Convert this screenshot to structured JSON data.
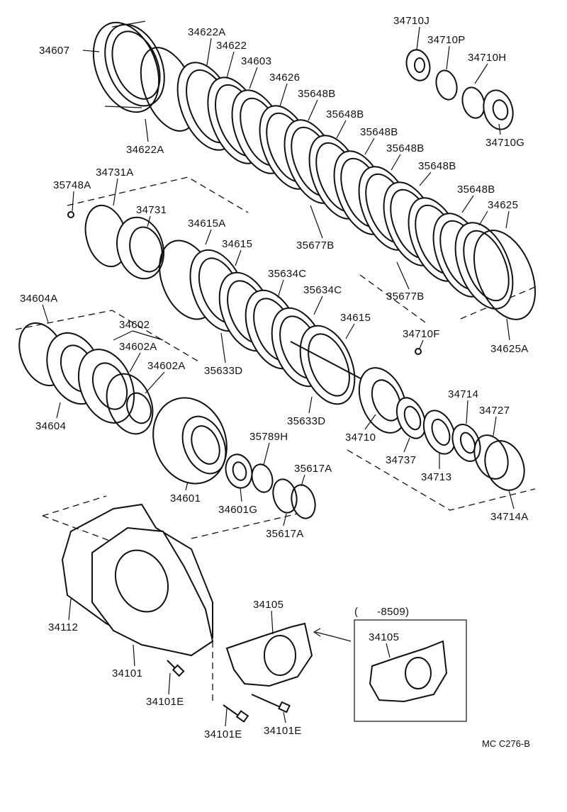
{
  "diagram": {
    "labels": {
      "p34607": "34607",
      "p34622a_top": "34622A",
      "p34622": "34622",
      "p34603": "34603",
      "p34626": "34626",
      "p35648b_1": "35648B",
      "p35648b_2": "35648B",
      "p35648b_3": "35648B",
      "p35648b_4": "35648B",
      "p35648b_5": "35648B",
      "p35648b_6": "35648B",
      "p34622a_bottom": "34622A",
      "p34710j": "34710J",
      "p34710p": "34710P",
      "p34710h": "34710H",
      "p34710g": "34710G",
      "p34731a": "34731A",
      "p35748a": "35748A",
      "p34731": "34731",
      "p34615a": "34615A",
      "p34615_top": "34615",
      "p35677b_left": "35677B",
      "p34625": "34625",
      "p35677b_right": "35677B",
      "p34604a": "34604A",
      "p34602": "34602",
      "p34602a_1": "34602A",
      "p34602a_2": "34602A",
      "p35634c_1": "35634C",
      "p35634c_2": "35634C",
      "p34615_mid": "34615",
      "p34710f": "34710F",
      "p34625a": "34625A",
      "p35633d_left": "35633D",
      "p34604": "34604",
      "p35633d_right": "35633D",
      "p34714": "34714",
      "p34727": "34727",
      "p35789h": "35789H",
      "p34710": "34710",
      "p34737": "34737",
      "p34713": "34713",
      "p35617a_top": "35617A",
      "p34601": "34601",
      "p34601g": "34601G",
      "p35617a_bottom": "35617A",
      "p34714a": "34714A",
      "p34105_main": "34105",
      "p34105_inset": "34105",
      "p34112": "34112",
      "p34101": "34101",
      "p34101e_1": "34101E",
      "p34101e_2": "34101E",
      "p34101e_3": "34101E"
    },
    "inset_date_range": "(      -8509)",
    "drawing_code": "MC C276-B"
  }
}
